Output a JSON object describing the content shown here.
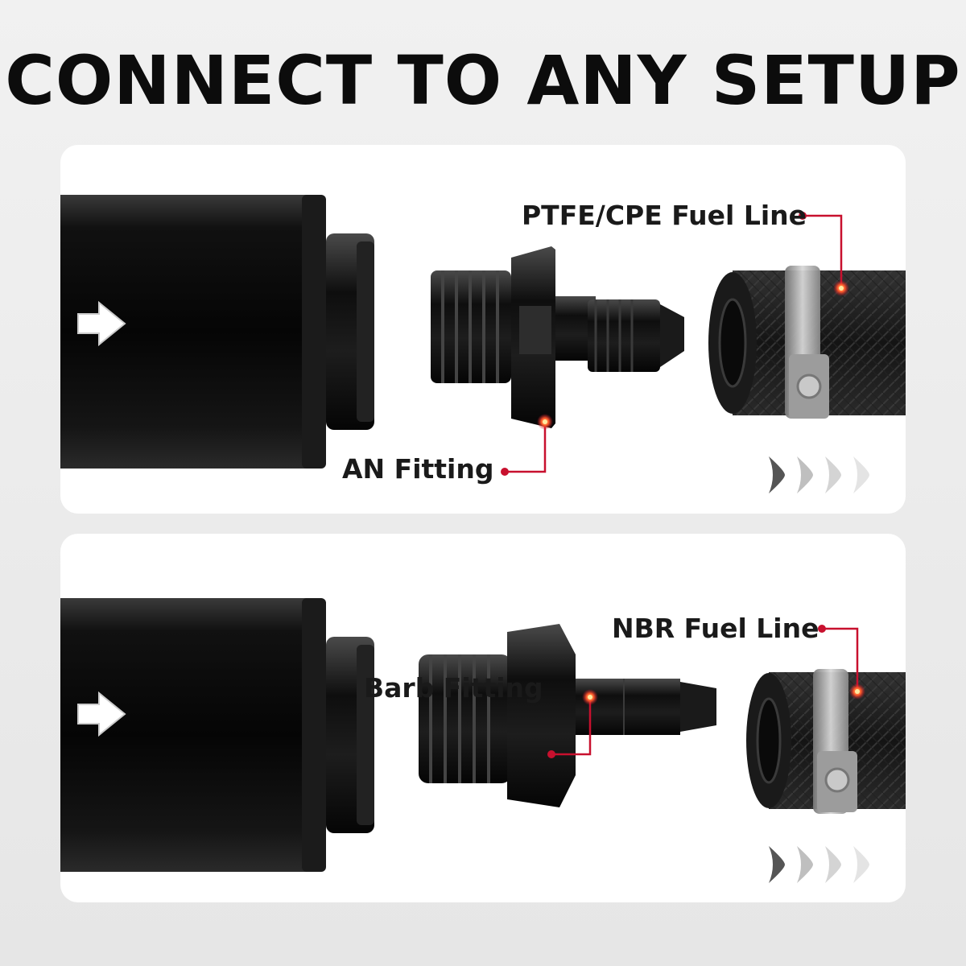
{
  "headline": "CONNECT TO ANY SETUP",
  "colors": {
    "accent_red": "#c8102e",
    "body_black": "#0f0f0f",
    "panel_bg": "#ffffff",
    "page_bg": "#ececec"
  },
  "panels": [
    {
      "fitting_label": "AN Fitting",
      "line_label": "PTFE/CPE Fuel Line",
      "fitting_icon": "an-fitting",
      "line_icon": "braided-hose-with-clamp"
    },
    {
      "fitting_label": "Barb Fitting",
      "line_label": "NBR Fuel Line",
      "fitting_icon": "barb-fitting",
      "line_icon": "braided-hose-with-clamp"
    }
  ],
  "decoration": {
    "chevron_count": 4,
    "chevron_icon": "chevron-right-icon"
  }
}
